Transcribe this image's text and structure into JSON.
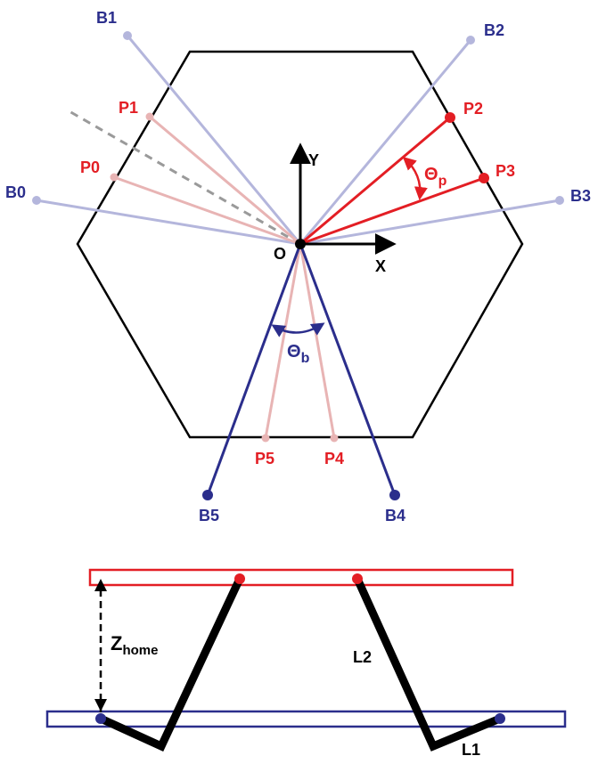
{
  "colors": {
    "red": "#e31e24",
    "blue": "#2b2e8c",
    "light_blue": "#b4b6dc",
    "light_red": "#e8b4b4",
    "black": "#000000",
    "gray": "#9a9a9a"
  },
  "top_view": {
    "origin_label": "O",
    "x_axis_label": "X",
    "y_axis_label": "Y",
    "base_points": [
      {
        "label": "B0"
      },
      {
        "label": "B1"
      },
      {
        "label": "B2"
      },
      {
        "label": "B3"
      },
      {
        "label": "B4"
      },
      {
        "label": "B5"
      }
    ],
    "platform_points": [
      {
        "label": "P0"
      },
      {
        "label": "P1"
      },
      {
        "label": "P2"
      },
      {
        "label": "P3"
      },
      {
        "label": "P4"
      },
      {
        "label": "P5"
      }
    ],
    "theta_p": {
      "symbol": "Θ",
      "subscript": "p"
    },
    "theta_b": {
      "symbol": "Θ",
      "subscript": "b"
    }
  },
  "side_view": {
    "z_home": {
      "main": "Z",
      "subscript": "home"
    },
    "l1_label": "L1",
    "l2_label": "L2"
  }
}
